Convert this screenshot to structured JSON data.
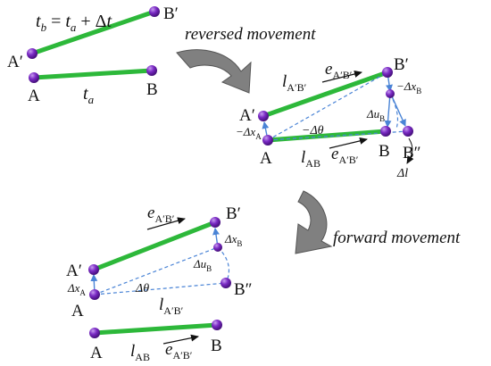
{
  "colors": {
    "bar": "#2db83a",
    "ball": "#6a1fb0",
    "ball_highlight": "#c79cf0",
    "vector": "#4a84d6",
    "arrow_fill": "#808080",
    "arrow_stroke": "#555555",
    "text": "#111111"
  },
  "caption_reversed": "reversed movement",
  "caption_forward": "forward movement",
  "point_a": "A",
  "point_b": "B",
  "point_a_prime": "A′",
  "point_b_prime": "B′",
  "point_b_double_prime": "B″",
  "time_tb": "t",
  "time_tb_sub": "b",
  "time_eq": " = ",
  "time_ta": "t",
  "time_ta_sub": "a",
  "time_plus": " + Δ",
  "time_t": "t",
  "l_symbol": "l",
  "sub_ab": "AB",
  "sub_apbp": "A′B′",
  "e_symbol": "e",
  "minus_delta_x": "−Δx",
  "delta_x": "Δx",
  "delta_u": "Δu",
  "sub_a": "A",
  "sub_b": "B",
  "delta_theta": "Δθ",
  "minus_delta_theta": "−Δθ",
  "delta_l": "Δl",
  "icons": [
    "curved-arrow-icon",
    "sphere-icon"
  ]
}
